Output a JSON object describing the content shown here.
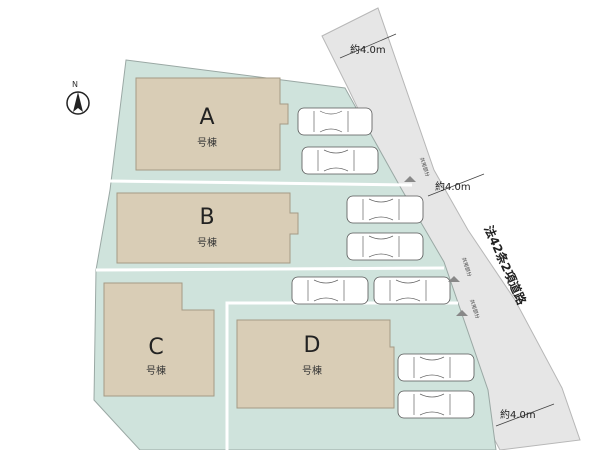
{
  "compass": {
    "north_label": "N"
  },
  "buildings": [
    {
      "letter": "A",
      "sub": "号棟"
    },
    {
      "letter": "B",
      "sub": "号棟"
    },
    {
      "letter": "C",
      "sub": "号棟"
    },
    {
      "letter": "D",
      "sub": "号棟"
    }
  ],
  "road": {
    "name": "法42条2項道路"
  },
  "dimensions": {
    "top": "約4.0m",
    "middle": "約4.0m",
    "bottom": "約4.0m"
  },
  "shared_label": "共用部分",
  "colors": {
    "lot": "#cfe3dc",
    "road": "#e6e6e6",
    "house": "#d9cdb6"
  }
}
